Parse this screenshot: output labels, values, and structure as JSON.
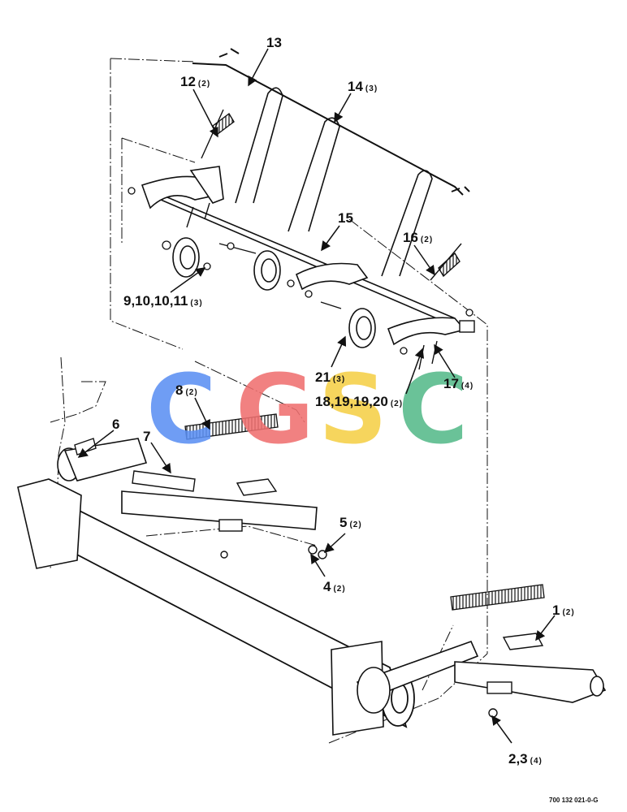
{
  "watermark": {
    "letters": [
      "C",
      "G",
      "S",
      "C"
    ],
    "colors": [
      "#5b8ff2",
      "#ef6f6f",
      "#f5cf47",
      "#55b98a"
    ]
  },
  "drawing_number": "700 132 021-0-G",
  "callouts": [
    {
      "id": "c13",
      "label": "13",
      "qty": ""
    },
    {
      "id": "c12",
      "label": "12",
      "qty": "(2)"
    },
    {
      "id": "c14",
      "label": "14",
      "qty": "(3)"
    },
    {
      "id": "c15",
      "label": "15",
      "qty": ""
    },
    {
      "id": "c16",
      "label": "16",
      "qty": "(2)"
    },
    {
      "id": "c9",
      "label": "9,10,10,11",
      "qty": "(3)"
    },
    {
      "id": "c21",
      "label": "21",
      "qty": "(3)"
    },
    {
      "id": "c18",
      "label": "18,19,19,20",
      "qty": "(2)"
    },
    {
      "id": "c17",
      "label": "17",
      "qty": "(4)"
    },
    {
      "id": "c8",
      "label": "8",
      "qty": "(2)"
    },
    {
      "id": "c6",
      "label": "6",
      "qty": ""
    },
    {
      "id": "c7",
      "label": "7",
      "qty": ""
    },
    {
      "id": "c5",
      "label": "5",
      "qty": "(2)"
    },
    {
      "id": "c4",
      "label": "4",
      "qty": "(2)"
    },
    {
      "id": "c1",
      "label": "1",
      "qty": "(2)"
    },
    {
      "id": "c23",
      "label": "2,3",
      "qty": "(4)"
    }
  ]
}
